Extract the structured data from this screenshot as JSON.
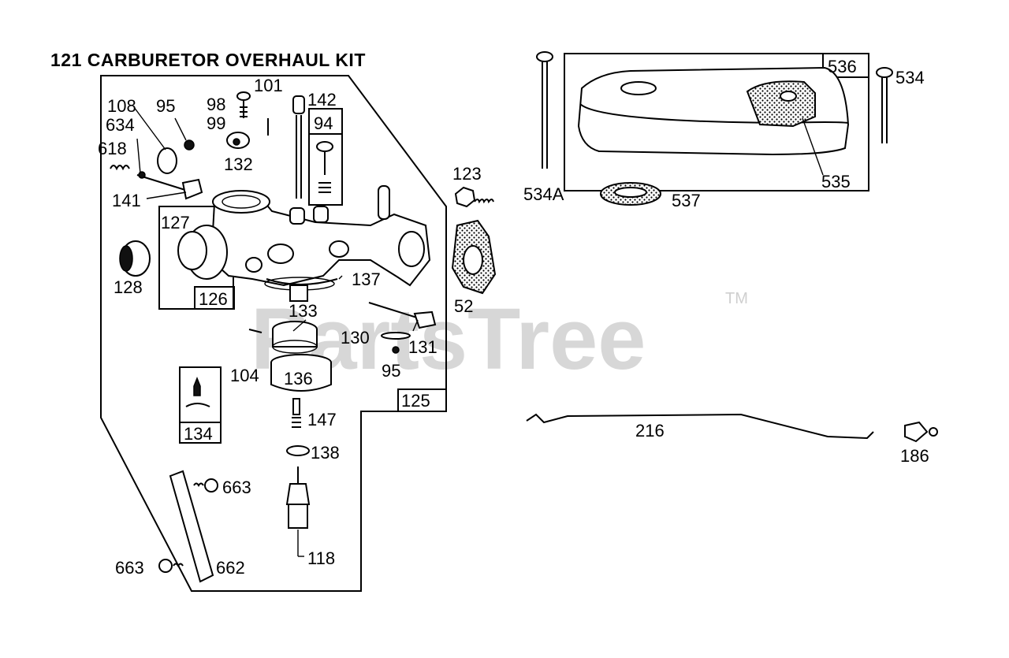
{
  "title": "121 CARBURETOR OVERHAUL KIT",
  "watermark": "PartsTree",
  "trademark": "TM",
  "labels": {
    "p108": "108",
    "p95a": "95",
    "p98": "98",
    "p99": "99",
    "p101": "101",
    "p142": "142",
    "p634": "634",
    "p618": "618",
    "p141": "141",
    "p132": "132",
    "p94": "94",
    "p123": "123",
    "p127": "127",
    "p128": "128",
    "p126": "126",
    "p137": "137",
    "p52": "52",
    "p133": "133",
    "p130": "130",
    "p131": "131",
    "p95b": "95",
    "p104": "104",
    "p136": "136",
    "p125": "125",
    "p134": "134",
    "p147": "147",
    "p138": "138",
    "p663a": "663",
    "p663b": "663",
    "p662": "662",
    "p118": "118",
    "p536": "536",
    "p534": "534",
    "p534A": "534A",
    "p535": "535",
    "p537": "537",
    "p216": "216",
    "p186": "186"
  }
}
